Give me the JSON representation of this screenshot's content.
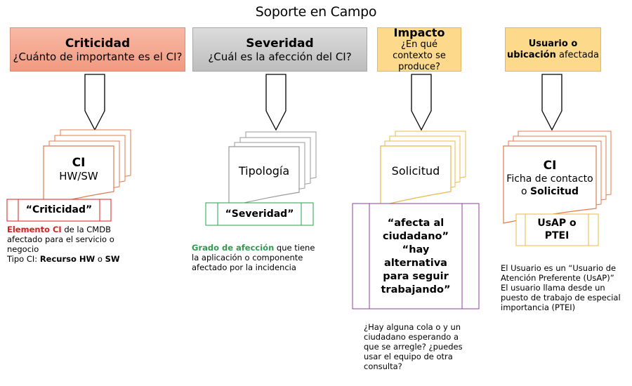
{
  "title": "Soporte en Campo",
  "columns": {
    "criticidad": {
      "header_title": "Criticidad",
      "header_sub": "¿Cuánto de importante es el CI?",
      "doc_title": "CI",
      "doc_sub": "HW/SW",
      "badge": "“Criticidad”",
      "note_part1": "Elemento CI",
      "note_part2": " de la CMDB afectado para el servicio o negocio",
      "note_part3": "Tipo CI: ",
      "note_part4": "Recurso HW",
      "note_part5": " o ",
      "note_part6": "SW"
    },
    "severidad": {
      "header_title": "Severidad",
      "header_sub": "¿Cuál es la afección del CI?",
      "doc_title": "Tipología",
      "badge": "“Severidad”",
      "note_part1": "Grado de afección",
      "note_part2": " que tiene la aplicación o componente afectado por la incidencia"
    },
    "impacto": {
      "header_title": "Impacto",
      "header_sub": "¿En qué contexto se produce?",
      "doc_title": "Solicitud",
      "badge_line1": "“afecta al ciudadano”",
      "badge_line2": "“hay alternativa para seguir trabajando”",
      "note": "¿Hay alguna cola o y un ciudadano esperando a que se arregle? ¿puedes usar el equipo de otra consulta?"
    },
    "usuario": {
      "header_title_part1": "Usuario o",
      "header_title_part2": "ubicación",
      "header_title_part3": " afectada",
      "doc_title": "CI",
      "doc_sub1": "Ficha de contacto",
      "doc_sub2": "o ",
      "doc_sub3": "Solicitud",
      "badge": "UsAP o PTEI",
      "note": "El Usuario es un “Usuario de Atención Preferente (UsAP)” El usuario llama desde un puesto de trabajo de especial importancia (PTEI)"
    }
  },
  "colors": {
    "criticidad_header": "#f4a88f",
    "severidad_header": "#cccccc",
    "impacto_header": "#fdd98b",
    "usuario_header": "#fdd98b",
    "criticidad_doc": "#e07b4f",
    "severidad_doc": "#999999",
    "impacto_doc": "#e8b84a",
    "usuario_doc": "#e07b4f",
    "criticidad_badge": "#d42020",
    "severidad_badge": "#2e9c4e",
    "impacto_badge": "#8e3f9e",
    "usuario_badge": "#e8b84a",
    "arrow": "#000000"
  }
}
